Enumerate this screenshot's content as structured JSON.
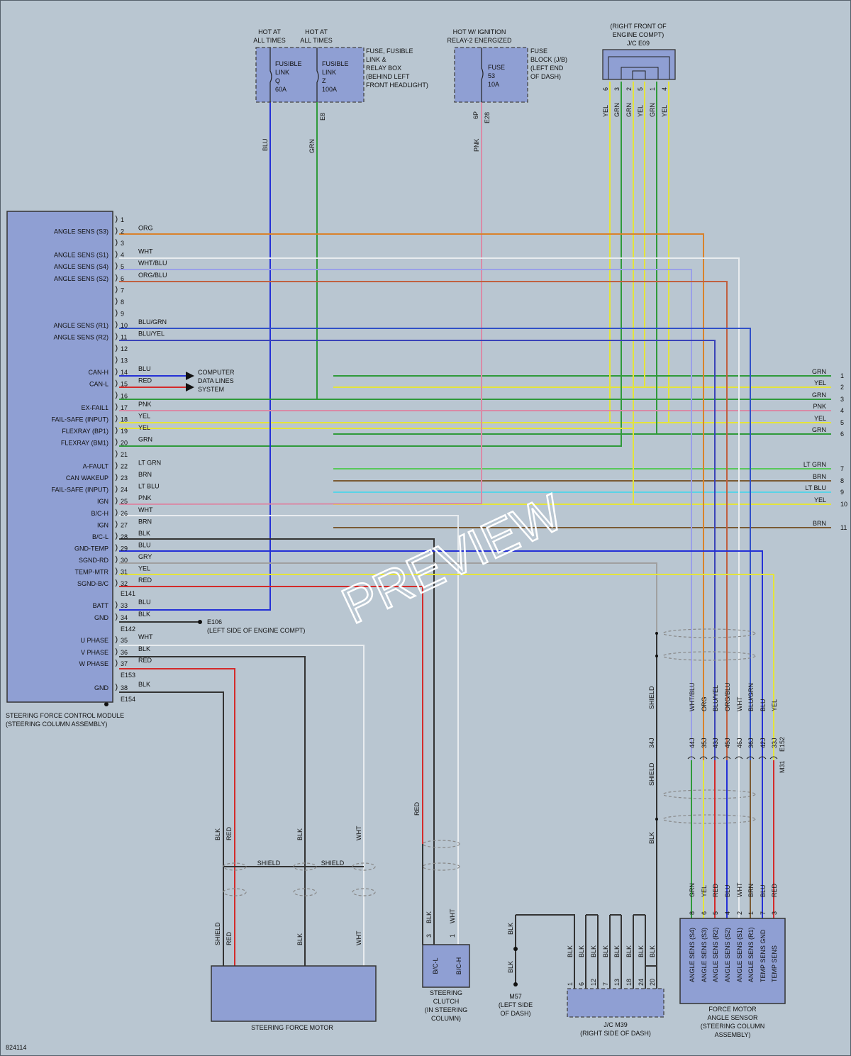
{
  "diagram_id": "824114",
  "watermark": "PREVIEW",
  "colors": {
    "ORG": "#d9822b",
    "WHT": "#e8ecef",
    "WHT/BLU": "#9aa0e8",
    "ORG/BLU": "#c06040",
    "BLU/GRN": "#3050c8",
    "BLU/YEL": "#3a43b8",
    "BLU": "#2430d6",
    "RED": "#d42a2a",
    "PNK": "#d98aa6",
    "YEL": "#e4e43a",
    "GRN": "#2f9a3a",
    "LT GRN": "#58c85a",
    "BRN": "#7a5a33",
    "LT BLU": "#5ad3e6",
    "BLK": "#333333",
    "GRY": "#a0a0a0"
  },
  "module": {
    "label1": "STEERING FORCE CONTROL MODULE",
    "label2": "(STEERING COLUMN ASSEMBLY)"
  },
  "pins": [
    {
      "n": "1",
      "sig": "",
      "col": ""
    },
    {
      "n": "2",
      "sig": "ANGLE SENS (S3)",
      "col": "ORG"
    },
    {
      "n": "3",
      "sig": "",
      "col": ""
    },
    {
      "n": "4",
      "sig": "ANGLE SENS (S1)",
      "col": "WHT"
    },
    {
      "n": "5",
      "sig": "ANGLE SENS (S4)",
      "col": "WHT/BLU"
    },
    {
      "n": "6",
      "sig": "ANGLE SENS (S2)",
      "col": "ORG/BLU"
    },
    {
      "n": "7",
      "sig": "",
      "col": ""
    },
    {
      "n": "8",
      "sig": "",
      "col": ""
    },
    {
      "n": "9",
      "sig": "",
      "col": ""
    },
    {
      "n": "10",
      "sig": "ANGLE SENS (R1)",
      "col": "BLU/GRN"
    },
    {
      "n": "11",
      "sig": "ANGLE SENS (R2)",
      "col": "BLU/YEL"
    },
    {
      "n": "12",
      "sig": "",
      "col": ""
    },
    {
      "n": "13",
      "sig": "",
      "col": ""
    },
    {
      "n": "14",
      "sig": "CAN-H",
      "col": "BLU"
    },
    {
      "n": "15",
      "sig": "CAN-L",
      "col": "RED"
    },
    {
      "n": "16",
      "sig": "",
      "col": ""
    },
    {
      "n": "17",
      "sig": "EX-FAIL1",
      "col": "PNK"
    },
    {
      "n": "18",
      "sig": "FAIL-SAFE (INPUT)",
      "col": "YEL"
    },
    {
      "n": "19",
      "sig": "FLEXRAY (BP1)",
      "col": "YEL"
    },
    {
      "n": "20",
      "sig": "FLEXRAY (BM1)",
      "col": "GRN"
    },
    {
      "n": "21",
      "sig": "",
      "col": ""
    },
    {
      "n": "22",
      "sig": "A-FAULT",
      "col": "LT GRN"
    },
    {
      "n": "23",
      "sig": "CAN WAKEUP",
      "col": "BRN"
    },
    {
      "n": "24",
      "sig": "FAIL-SAFE (INPUT)",
      "col": "LT BLU"
    },
    {
      "n": "25",
      "sig": "IGN",
      "col": "PNK"
    },
    {
      "n": "26",
      "sig": "B/C-H",
      "col": "WHT"
    },
    {
      "n": "27",
      "sig": "IGN",
      "col": "BRN"
    },
    {
      "n": "28",
      "sig": "B/C-L",
      "col": "BLK"
    },
    {
      "n": "29",
      "sig": "GND-TEMP",
      "col": "BLU"
    },
    {
      "n": "30",
      "sig": "SGND-RD",
      "col": "GRY"
    },
    {
      "n": "31",
      "sig": "TEMP-MTR",
      "col": "YEL"
    },
    {
      "n": "32",
      "sig": "SGND-B/C",
      "col": "RED"
    },
    {
      "n": "33",
      "sig": "BATT",
      "col": "BLU"
    },
    {
      "n": "34",
      "sig": "GND",
      "col": "BLK"
    },
    {
      "n": "35",
      "sig": "U PHASE",
      "col": "WHT"
    },
    {
      "n": "36",
      "sig": "V PHASE",
      "col": "BLK"
    },
    {
      "n": "37",
      "sig": "W PHASE",
      "col": "RED"
    },
    {
      "n": "38",
      "sig": "GND",
      "col": "BLK"
    }
  ],
  "connectors": {
    "e141": "E141",
    "e142": "E142",
    "e153": "E153",
    "e154": "E154",
    "e8": "E8",
    "e28": "E28",
    "e152": "E152",
    "m31": "M31",
    "p6p": "6P"
  },
  "can": {
    "l1": "COMPUTER",
    "l2": "DATA LINES",
    "l3": "SYSTEM"
  },
  "ground_e106": {
    "id": "E106",
    "loc": "(LEFT SIDE OF ENGINE COMPT)"
  },
  "fusebox": {
    "hot1a": "HOT AT",
    "hot1b": "ALL TIMES",
    "hot2a": "HOT AT",
    "hot2b": "ALL TIMES",
    "fq1": "FUSIBLE",
    "fq2": "LINK",
    "fq3": "Q",
    "fq4": "60A",
    "fz1": "FUSIBLE",
    "fz2": "LINK",
    "fz3": "Z",
    "fz4": "100A",
    "d1": "FUSE, FUSIBLE",
    "d2": "LINK &",
    "d3": "RELAY BOX",
    "d4": "(BEHIND LEFT",
    "d5": "FRONT HEADLIGHT)"
  },
  "fuseblock": {
    "h1": "HOT W/ IGNITION",
    "h2": "RELAY-2 ENERGIZED",
    "f1": "FUSE",
    "f2": "53",
    "f3": "10A",
    "d1": "FUSE",
    "d2": "BLOCK (J/B)",
    "d3": "(LEFT END",
    "d4": "OF DASH)"
  },
  "je09": {
    "l1": "(RIGHT FRONT OF",
    "l2": "ENGINE COMPT)",
    "l3": "J/C E09",
    "pins": [
      {
        "p": "6",
        "c": "YEL"
      },
      {
        "p": "3",
        "c": "GRN"
      },
      {
        "p": "2",
        "c": "GRN"
      },
      {
        "p": "5",
        "c": "YEL"
      },
      {
        "p": "1",
        "c": "GRN"
      },
      {
        "p": "4",
        "c": "YEL"
      }
    ]
  },
  "right_outputs": [
    {
      "n": "1",
      "c": "GRN"
    },
    {
      "n": "2",
      "c": "YEL"
    },
    {
      "n": "3",
      "c": "GRN"
    },
    {
      "n": "4",
      "c": "PNK"
    },
    {
      "n": "5",
      "c": "YEL"
    },
    {
      "n": "6",
      "c": "GRN"
    },
    {
      "n": "7",
      "c": "LT GRN"
    },
    {
      "n": "8",
      "c": "BRN"
    },
    {
      "n": "9",
      "c": "LT BLU"
    },
    {
      "n": "10",
      "c": "YEL"
    },
    {
      "n": "11",
      "c": "BRN"
    }
  ],
  "vert_labels": {
    "blu": "BLU",
    "grn": "GRN",
    "pnk": "PNK",
    "red": "RED",
    "blk": "BLK",
    "wht": "WHT",
    "shield": "SHIELD"
  },
  "m31_cols": [
    {
      "c": "WHT/BLU",
      "p": "44J"
    },
    {
      "c": "ORG",
      "p": "35J"
    },
    {
      "c": "BLU/YEL",
      "p": "43J"
    },
    {
      "c": "ORG/BLU",
      "p": "45J"
    },
    {
      "c": "WHT",
      "p": "46J"
    },
    {
      "c": "BLU/GRN",
      "p": "36J"
    },
    {
      "c": "BLU",
      "p": "42J"
    },
    {
      "c": "YEL",
      "p": "33J"
    }
  ],
  "m31_shield_pin": "34J",
  "sensor": {
    "title1": "FORCE MOTOR",
    "title2": "ANGLE SENSOR",
    "title3": "(STEERING COLUMN",
    "title4": "ASSEMBLY)",
    "pins": [
      {
        "p": "8",
        "c": "GRN",
        "s": "ANGLE SENS (S4)"
      },
      {
        "p": "6",
        "c": "YEL",
        "s": "ANGLE SENS (S3)"
      },
      {
        "p": "5",
        "c": "RED",
        "s": "ANGLE SENS (R2)"
      },
      {
        "p": "4",
        "c": "BLU",
        "s": "ANGLE SENS (S2)"
      },
      {
        "p": "2",
        "c": "WHT",
        "s": "ANGLE SENS (S1)"
      },
      {
        "p": "1",
        "c": "BRN",
        "s": "ANGLE SENS (R1)"
      },
      {
        "p": "7",
        "c": "BLU",
        "s": "TEMP SENS GND"
      },
      {
        "p": "3",
        "c": "RED",
        "s": "TEMP SENS"
      }
    ]
  },
  "motor": {
    "title": "STEERING FORCE MOTOR"
  },
  "clutch": {
    "l1": "STEERING",
    "l2": "CLUTCH",
    "l3": "(IN STEERING",
    "l4": "COLUMN)",
    "pin_bcl": "B/C-L",
    "pin_bch": "B/C-H",
    "p3": "3",
    "p1": "1"
  },
  "m57": {
    "id": "M57",
    "l1": "(LEFT SIDE",
    "l2": "OF DASH)"
  },
  "jm39": {
    "l1": "J/C M39",
    "l2": "(RIGHT SIDE OF DASH)",
    "pins": [
      "1",
      "6",
      "12",
      "7",
      "13",
      "18",
      "24",
      "20"
    ]
  }
}
